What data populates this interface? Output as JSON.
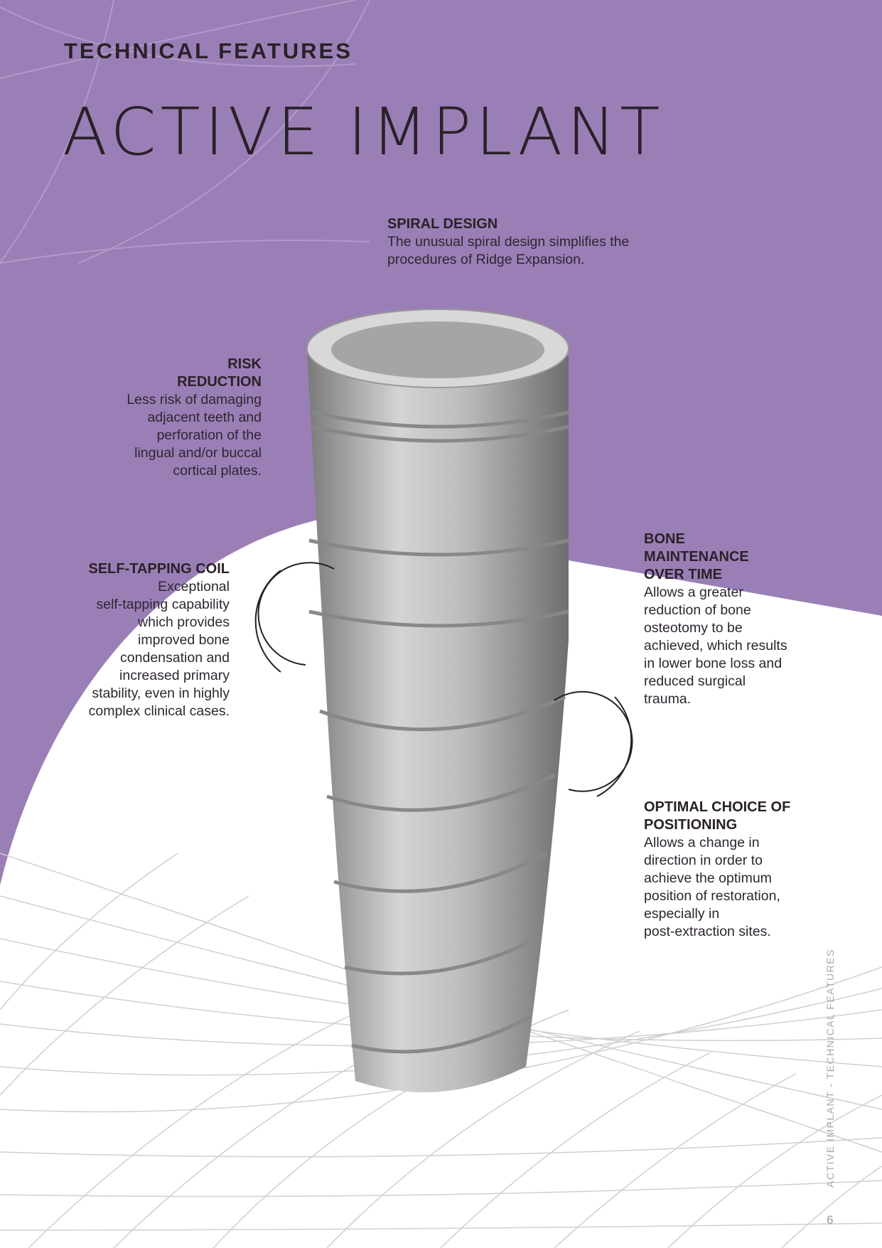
{
  "header": {
    "kicker": "TECHNICAL FEATURES",
    "title": "ACTIVE IMPLANT"
  },
  "features": {
    "spiral": {
      "title": "SPIRAL DESIGN",
      "body": "The unusual spiral design simplifies the procedures of Ridge Expansion."
    },
    "risk": {
      "title_line1": "RISK",
      "title_line2": "REDUCTION",
      "body": [
        "Less risk of damaging",
        "adjacent teeth and",
        "perforation of the",
        "lingual and/or buccal",
        "cortical plates."
      ]
    },
    "selftap": {
      "title": "SELF-TAPPING COIL",
      "body": [
        "Exceptional",
        "self-tapping capability",
        "which provides",
        "improved bone",
        "condensation and",
        "increased primary",
        "stability, even in highly",
        "complex clinical cases."
      ]
    },
    "bone": {
      "title": [
        "BONE",
        "MAINTENANCE",
        "OVER TIME"
      ],
      "body": [
        "Allows a greater",
        "reduction of bone",
        "osteotomy to be",
        "achieved, which results",
        "in lower bone loss and",
        "reduced surgical",
        "trauma."
      ]
    },
    "optimal": {
      "title": [
        "OPTIMAL CHOICE OF",
        "POSITIONING"
      ],
      "body": [
        "Allows a change in",
        "direction in order to",
        "achieve the optimum",
        "position of restoration,",
        "especially in",
        "post-extraction sites."
      ]
    }
  },
  "footer": {
    "running_head": "ACTIVE IMPLANT - TECHNICAL FEATURES",
    "page_number": "6"
  },
  "colors": {
    "background": "#9a7fb6",
    "text": "#2a2128"
  }
}
